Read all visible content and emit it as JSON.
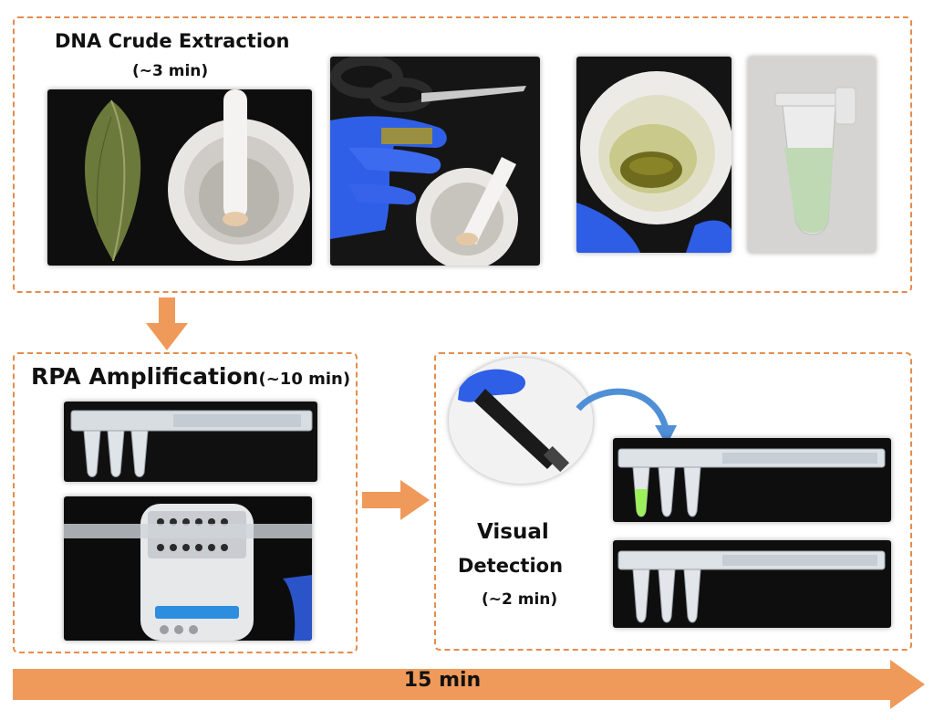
{
  "panels": {
    "extraction": {
      "title": "DNA Crude Extraction",
      "time": "(~3 min)"
    },
    "amplification": {
      "title": "RPA Amplification",
      "time": "(~10 min)"
    },
    "detection": {
      "line1": "Visual",
      "line2": "Detection",
      "time": "(~2 min)"
    }
  },
  "timeline": {
    "label": "15 min"
  },
  "colors": {
    "accent_orange": "#e58c4e",
    "arrow_orange": "#ef9a5a",
    "glove_blue": "#2d5de0",
    "curve_arrow_blue": "#4f8fd6",
    "positive_green": "#9cf05a"
  }
}
